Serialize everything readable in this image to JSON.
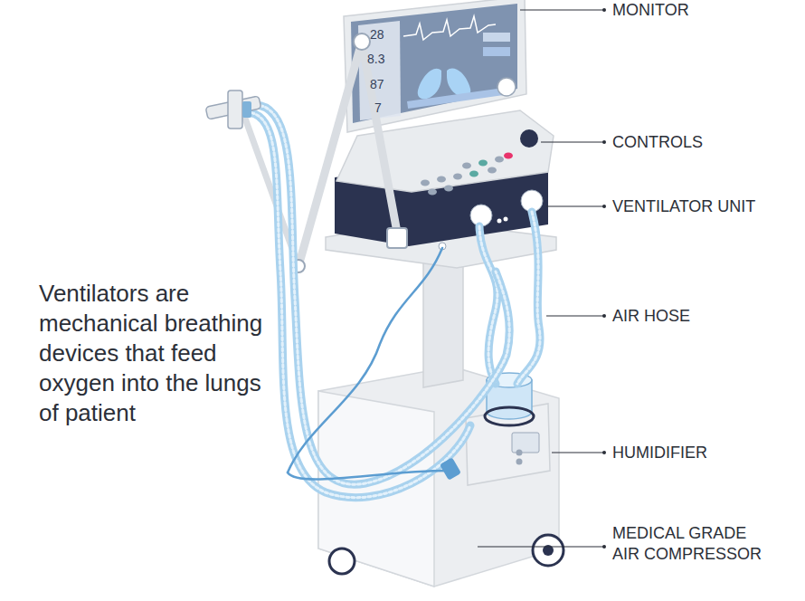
{
  "diagram": {
    "caption": "Ventilators are mechanical breathing devices that feed oxygen into the lungs of patient",
    "labels": [
      "MONITOR",
      "28",
      "8.3",
      "87",
      "7",
      "CONTROLS",
      "VENTILATOR UNIT",
      "AIR HOSE",
      "HUMIDIFIER",
      "MEDICAL GRADE AIR COMPRESSOR"
    ]
  }
}
